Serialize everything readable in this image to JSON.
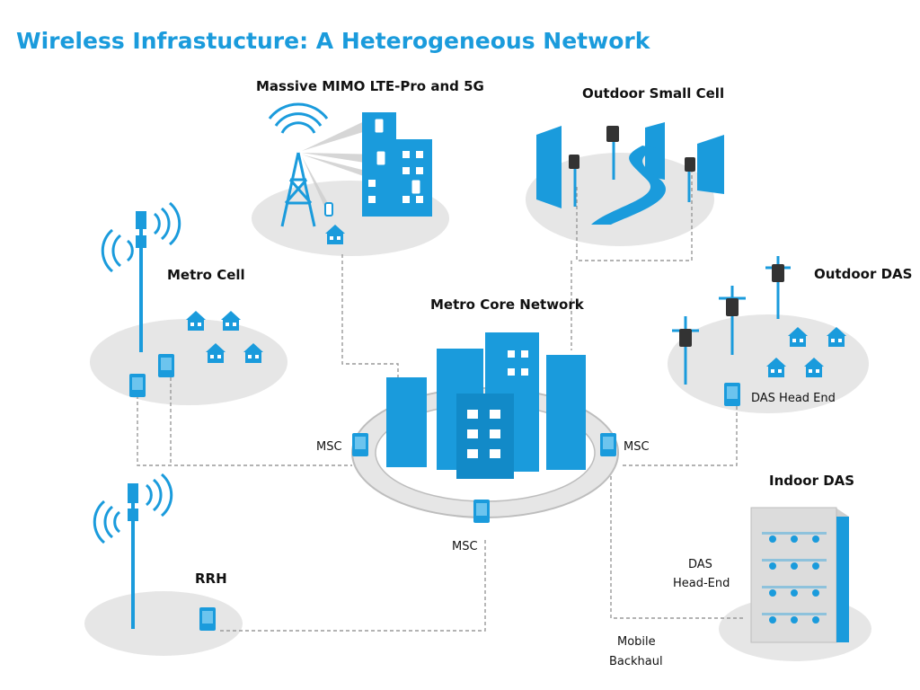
{
  "title": "Wireless Infrastucture: A Heterogeneous Network",
  "colors": {
    "accent": "#1a9bdc",
    "accent_light": "#6cc4ee",
    "ground": "#e6e6e6",
    "dash": "#9a9a9a",
    "text": "#111111"
  },
  "labels": {
    "massive_mimo": "Massive MIMO LTE-Pro and 5G",
    "outdoor_small_cell": "Outdoor Small Cell",
    "metro_cell": "Metro Cell",
    "outdoor_das": "Outdoor DAS",
    "metro_core": "Metro Core Network",
    "das_head_end_outdoor": "DAS Head End",
    "indoor_das": "Indoor DAS",
    "msc_left": "MSC",
    "msc_right": "MSC",
    "msc_bottom": "MSC",
    "rrh": "RRH",
    "das_head_end_indoor_1": "DAS",
    "das_head_end_indoor_2": "Head-End",
    "mobile_backhaul_1": "Mobile",
    "mobile_backhaul_2": "Backhaul"
  },
  "icons": [
    "tower-icon",
    "building-icon",
    "house-icon",
    "msc-icon",
    "das-node-icon",
    "road-icon",
    "signal-wave-icon"
  ]
}
